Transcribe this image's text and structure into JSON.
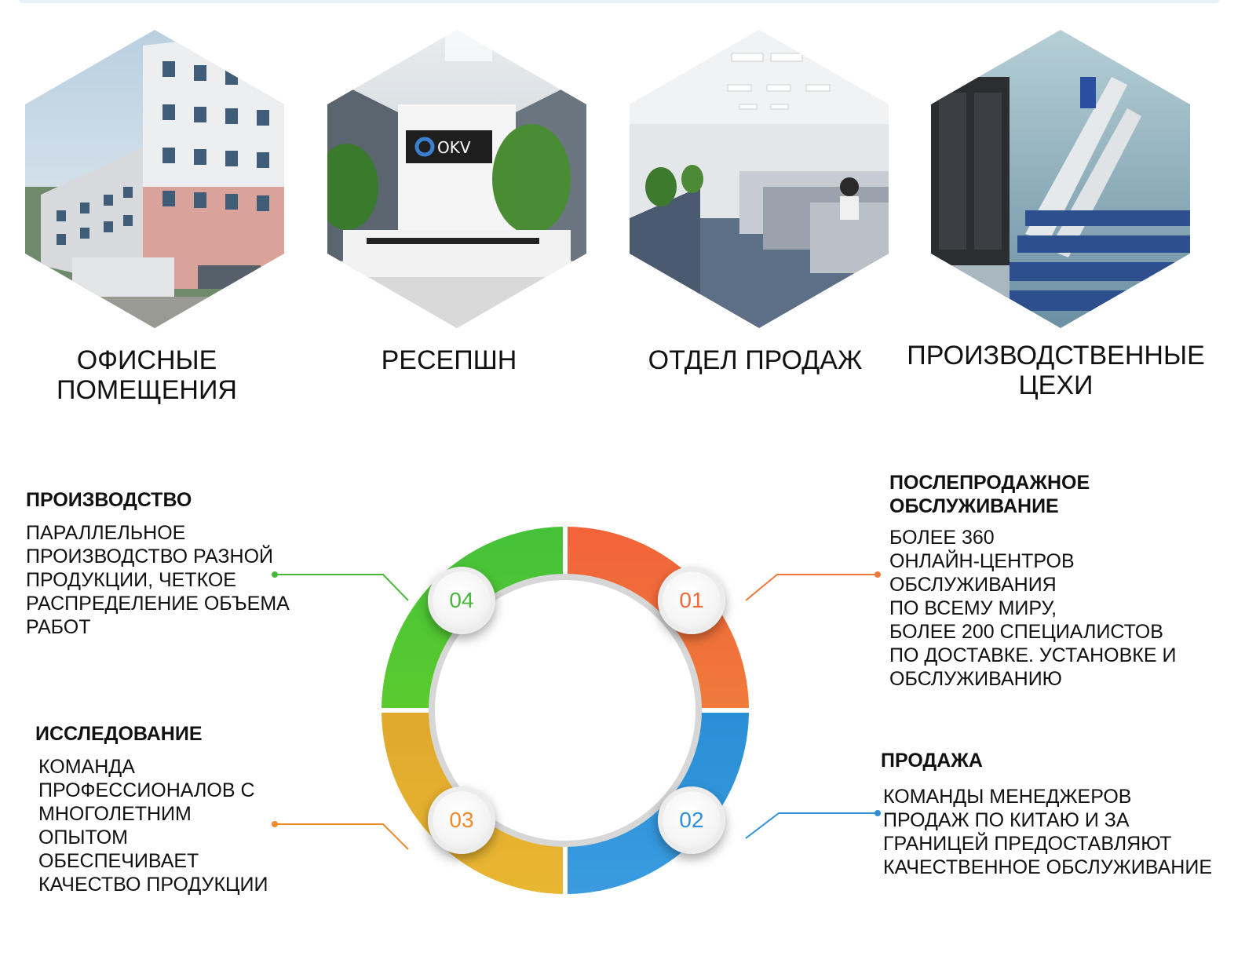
{
  "photos": [
    {
      "caption": "ОФИСНЫЕ\nПОМЕЩЕНИЯ",
      "icon": "office-building-photo"
    },
    {
      "caption": "РЕСЕПШН",
      "icon": "reception-photo",
      "sign_text": "OKV"
    },
    {
      "caption": "ОТДЕЛ ПРОДАЖ",
      "icon": "sales-office-photo"
    },
    {
      "caption": "ПРОИЗВОДСТВЕННЫЕ\nЦЕХИ",
      "icon": "workshop-photo"
    }
  ],
  "cycle": [
    {
      "num": "01",
      "color": "#ee6a38",
      "title": "ПОСЛЕПРОДАЖНОЕ\nОБСЛУЖИВАНИЕ",
      "body": "БОЛЕЕ 360\nОНЛАЙН-ЦЕНТРОВ\nОБСЛУЖИВАНИЯ\nПО ВСЕМУ МИРУ,\n БОЛЕЕ 200 СПЕЦИАЛИСТОВ\n ПО ДОСТАВКЕ. УСТАНОВКЕ И\nОБСЛУЖИВАНИЮ"
    },
    {
      "num": "02",
      "color": "#2f8fd8",
      "title": "ПРОДАЖА",
      "body": "КОМАНДЫ МЕНЕДЖЕРОВ\nПРОДАЖ ПО КИТАЮ И ЗА\nГРАНИЦЕЙ ПРЕДОСТАВЛЯЮТ\nКАЧЕСТВЕННОЕ ОБСЛУЖИВАНИЕ"
    },
    {
      "num": "03",
      "color": "#f08a2c",
      "title": "ИССЛЕДОВАНИЕ",
      "body": "КОМАНДА\nПРОФЕССИОНАЛОВ С\nМНОГОЛЕТНИМ\nОПЫТОМ\nОБЕСПЕЧИВАЕТ\nКАЧЕСТВО ПРОДУКЦИИ"
    },
    {
      "num": "04",
      "color": "#49b83a",
      "title": "ПРОИЗВОДСТВО",
      "body": "ПАРАЛЛЕЛЬНОЕ\nПРОИЗВОДСТВО РАЗНОЙ\nПРОДУКЦИИ, ЧЕТКОЕ\nРАСПРЕДЕЛЕНИЕ ОБЪЕМА\nРАБОТ"
    }
  ]
}
